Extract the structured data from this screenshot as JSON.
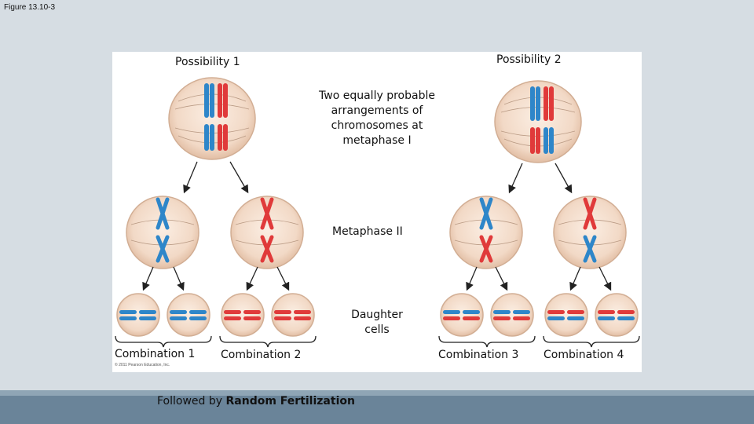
{
  "figure_label": "Figure 13.10-3",
  "possibility_1": "Possibility 1",
  "possibility_2": "Possibility 2",
  "center_caption": {
    "line1": "Two equally probable",
    "line2": "arrangements of",
    "line3": "chromosomes at",
    "line4": "metaphase I"
  },
  "metaphase_2_label": "Metaphase II",
  "daughter_cells": {
    "line1": "Daughter",
    "line2": "cells"
  },
  "combinations": [
    "Combination 1",
    "Combination 2",
    "Combination 3",
    "Combination 4"
  ],
  "copyright": "© 2011 Pearson Education, Inc.",
  "footer": {
    "prefix": "Followed by ",
    "bold": "Random Fertilization"
  },
  "colors": {
    "maternal": "#2e86c9",
    "paternal": "#e03a3a",
    "cell_fill": "#f2dccb",
    "cell_edge": "#d9b8a0"
  }
}
